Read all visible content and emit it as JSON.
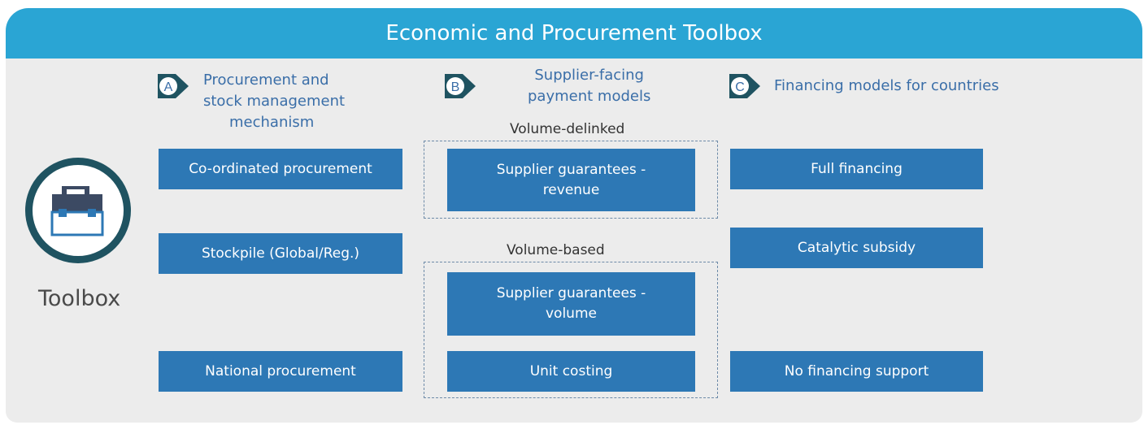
{
  "banner": {
    "title": "Economic and Procurement Toolbox"
  },
  "toolbox": {
    "label": "Toolbox",
    "icon": "briefcase-icon"
  },
  "colors": {
    "banner": "#2aa5d4",
    "box": "#2d78b5",
    "heading": "#3a6ea8",
    "circle": "#1f5361"
  },
  "columns": [
    {
      "letter": "A",
      "heading_lines": [
        "Procurement and",
        "stock management",
        "mechanism"
      ],
      "boxes": [
        "Co-ordinated procurement",
        "Stockpile (Global/Reg.)",
        "National procurement"
      ]
    },
    {
      "letter": "B",
      "heading_lines": [
        "Supplier-facing",
        "payment models"
      ],
      "groups": [
        {
          "label": "Volume-delinked",
          "boxes": [
            [
              "Supplier guarantees -",
              "revenue"
            ]
          ]
        },
        {
          "label": "Volume-based",
          "boxes": [
            [
              "Supplier guarantees -",
              "volume"
            ],
            [
              "Unit costing"
            ]
          ]
        }
      ]
    },
    {
      "letter": "C",
      "heading_lines": [
        "Financing models for countries"
      ],
      "boxes": [
        "Full financing",
        "Catalytic subsidy",
        "No financing support"
      ]
    }
  ]
}
